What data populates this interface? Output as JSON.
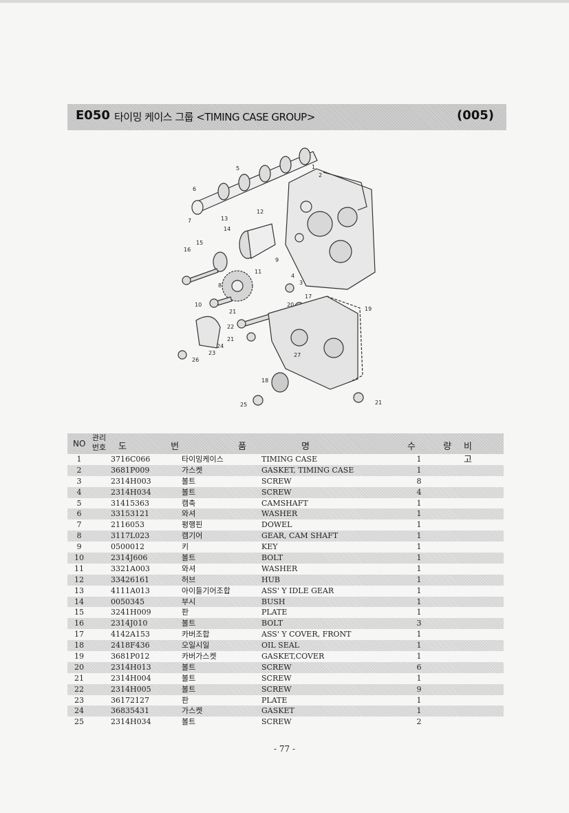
{
  "header": {
    "code": "E050",
    "title": "타이밍 케이스 그룹 <TIMING CASE GROUP>",
    "number": "(005)"
  },
  "diagram": {
    "labels": [
      "1",
      "2",
      "3",
      "4",
      "5",
      "6",
      "7",
      "8",
      "9",
      "10",
      "11",
      "12",
      "13",
      "14",
      "15",
      "16",
      "17",
      "18",
      "19",
      "20",
      "21",
      "21",
      "22",
      "23",
      "24",
      "25",
      "26",
      "27"
    ]
  },
  "table": {
    "headers": {
      "no": "NO",
      "mgmt": "관리 번호",
      "dwg": "도 번",
      "part": "품",
      "name": "명",
      "qty": "수 량",
      "remarks": "비 고"
    },
    "rows": [
      {
        "no": "1",
        "dwg": "3716C066",
        "kor": "타이밍케이스",
        "eng": "TIMING CASE",
        "qty": "1"
      },
      {
        "no": "2",
        "dwg": "3681P009",
        "kor": "가스켓",
        "eng": "GASKET, TIMING CASE",
        "qty": "1"
      },
      {
        "no": "3",
        "dwg": "2314H003",
        "kor": "볼트",
        "eng": "SCREW",
        "qty": "8"
      },
      {
        "no": "4",
        "dwg": "2314H034",
        "kor": "볼트",
        "eng": "SCREW",
        "qty": "4"
      },
      {
        "no": "5",
        "dwg": "31415363",
        "kor": "캠축",
        "eng": "CAMSHAFT",
        "qty": "1"
      },
      {
        "no": "6",
        "dwg": "33153121",
        "kor": "와셔",
        "eng": "WASHER",
        "qty": "1"
      },
      {
        "no": "7",
        "dwg": "2116053",
        "kor": "평행핀",
        "eng": "DOWEL",
        "qty": "1"
      },
      {
        "no": "8",
        "dwg": "3117L023",
        "kor": "캠기어",
        "eng": "GEAR, CAM SHAFT",
        "qty": "1"
      },
      {
        "no": "9",
        "dwg": "0500012",
        "kor": "키",
        "eng": "KEY",
        "qty": "1"
      },
      {
        "no": "10",
        "dwg": "2314J606",
        "kor": "볼트",
        "eng": "BOLT",
        "qty": "1"
      },
      {
        "no": "11",
        "dwg": "3321A003",
        "kor": "와셔",
        "eng": "WASHER",
        "qty": "1"
      },
      {
        "no": "12",
        "dwg": "33426161",
        "kor": "허브",
        "eng": "HUB",
        "qty": "1"
      },
      {
        "no": "13",
        "dwg": "4111A013",
        "kor": "아이들기어조합",
        "eng": "ASS' Y IDLE GEAR",
        "qty": "1"
      },
      {
        "no": "14",
        "dwg": "0050345",
        "kor": "부시",
        "eng": "BUSH",
        "qty": "1"
      },
      {
        "no": "15",
        "dwg": "3241H009",
        "kor": "판",
        "eng": "PLATE",
        "qty": "1"
      },
      {
        "no": "16",
        "dwg": "2314J010",
        "kor": "볼트",
        "eng": "BOLT",
        "qty": "3"
      },
      {
        "no": "17",
        "dwg": "4142A153",
        "kor": "카버조합",
        "eng": "ASS' Y COVER, FRONT",
        "qty": "1"
      },
      {
        "no": "18",
        "dwg": "2418F436",
        "kor": "오일시일",
        "eng": "OIL SEAL",
        "qty": "1"
      },
      {
        "no": "19",
        "dwg": "3681P012",
        "kor": "카버가스켓",
        "eng": "GASKET,COVER",
        "qty": "1"
      },
      {
        "no": "20",
        "dwg": "2314H013",
        "kor": "볼트",
        "eng": "SCREW",
        "qty": "6"
      },
      {
        "no": "21",
        "dwg": "2314H004",
        "kor": "볼트",
        "eng": "SCREW",
        "qty": "1"
      },
      {
        "no": "22",
        "dwg": "2314H005",
        "kor": "볼트",
        "eng": "SCREW",
        "qty": "9"
      },
      {
        "no": "23",
        "dwg": "36172127",
        "kor": "판",
        "eng": "PLATE",
        "qty": "1"
      },
      {
        "no": "24",
        "dwg": "36835431",
        "kor": "가스켓",
        "eng": "GASKET",
        "qty": "1"
      },
      {
        "no": "25",
        "dwg": "2314H034",
        "kor": "볼트",
        "eng": "SCREW",
        "qty": "2"
      }
    ]
  },
  "footer": {
    "page_number": "- 77 -"
  }
}
